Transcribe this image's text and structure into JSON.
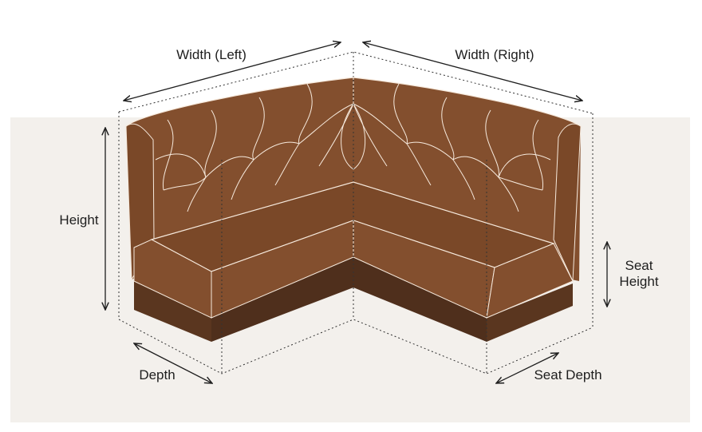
{
  "labels": {
    "width_left": "Width (Left)",
    "width_right": "Width (Right)",
    "height": "Height",
    "seat_height_line1": "Seat",
    "seat_height_line2": "Height",
    "depth": "Depth",
    "seat_depth": "Seat Depth"
  },
  "colors": {
    "background": "#ffffff",
    "floor": "#f3f0ec",
    "leather": "#834f2e",
    "leather_dark": "#74421f",
    "base": "#4f2f1c",
    "stitch": "#f6e9dc",
    "dimension_line": "#1e1e1e"
  }
}
